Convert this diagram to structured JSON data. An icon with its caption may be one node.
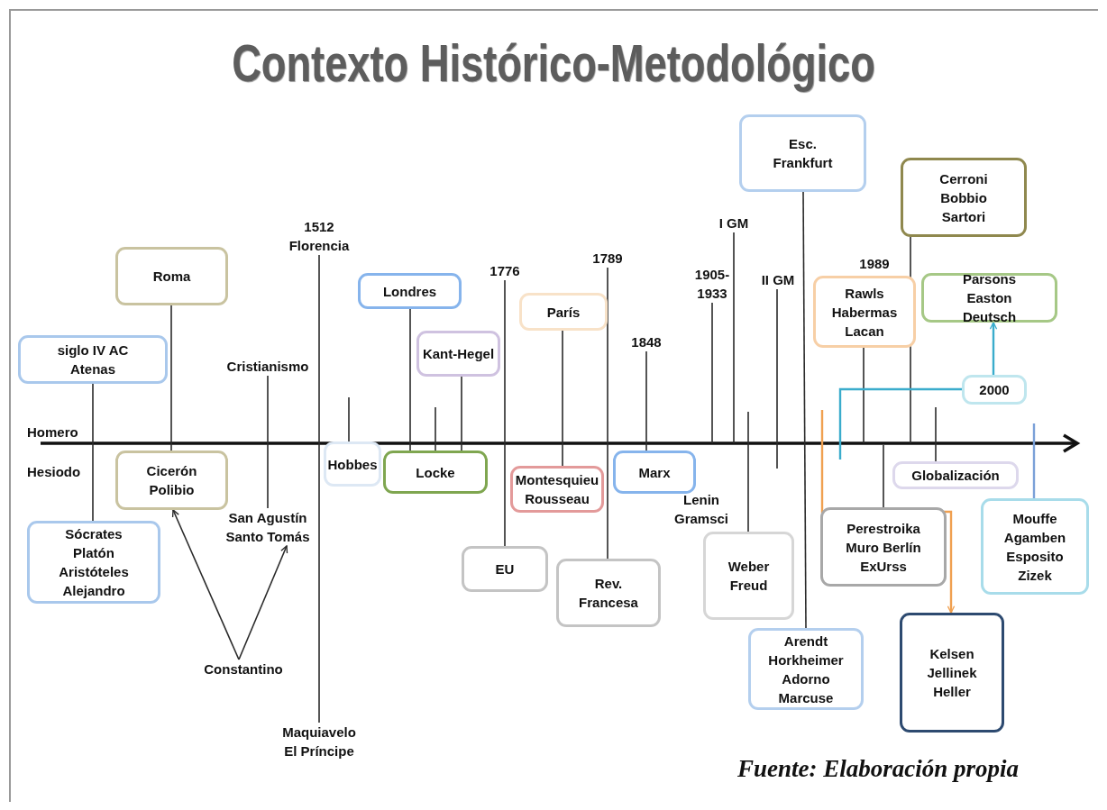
{
  "diagram": {
    "title": "Contexto Histórico-Metodológico",
    "caption": "Fuente: Elaboración propia",
    "nodes": [
      {
        "text": [
          "siglo IV AC Atenas"
        ]
      },
      {
        "text": [
          "Roma"
        ]
      },
      {
        "text": [
          "Cicerón Polibio"
        ]
      },
      {
        "text": [
          "Sócrates Platón Aristóteles Alejandro"
        ]
      },
      {
        "text": [
          "Cristianismo"
        ]
      },
      {
        "text": [
          "San Agustín Santo Tomás"
        ]
      },
      {
        "text": [
          "Constantino"
        ]
      },
      {
        "text": [
          "1512 Florencia"
        ]
      },
      {
        "text": [
          "Maquiavelo El Príncipe"
        ]
      },
      {
        "text": [
          "Hobbes"
        ]
      },
      {
        "text": [
          "Londres"
        ]
      },
      {
        "text": [
          "Kant-Hegel"
        ]
      },
      {
        "text": [
          "Locke"
        ]
      },
      {
        "text": [
          "1776"
        ]
      },
      {
        "text": [
          "EU"
        ]
      },
      {
        "text": [
          "París"
        ]
      },
      {
        "text": [
          "Montesquieu Rousseau"
        ]
      },
      {
        "text": [
          "1789"
        ]
      },
      {
        "text": [
          "Rev. Francesa"
        ]
      },
      {
        "text": [
          "1848"
        ]
      },
      {
        "text": [
          "Marx"
        ]
      },
      {
        "text": [
          "1905- 1933"
        ]
      },
      {
        "text": [
          "I GM"
        ]
      },
      {
        "text": [
          "Weber Freud"
        ]
      },
      {
        "text": [
          "II GM"
        ]
      },
      {
        "text": [
          "Esc. Frankfurt"
        ]
      },
      {
        "text": [
          "Arendt Horkheimer Adorno Marcuse"
        ]
      },
      {
        "text": [
          "Rawls Habermas Lacan"
        ]
      },
      {
        "text": [
          "Perestroika Muro Berlín ExUrss"
        ]
      },
      {
        "text": [
          "Globalización"
        ]
      },
      {
        "text": [
          "Kelsen Jellinek Heller"
        ]
      },
      {
        "text": [
          "Cerroni Bobbio Sartori"
        ]
      },
      {
        "text": [
          "Parsons Easton Deutsch"
        ]
      },
      {
        "text": [
          "2000"
        ]
      },
      {
        "text": [
          "Mouffe Agamben Esposito Zizek"
        ]
      }
    ],
    "edges": [
      {
        "from": 0,
        "to": 3,
        "arrow": "none"
      },
      {
        "from": 1,
        "to": 2,
        "arrow": "none"
      },
      {
        "from": 6,
        "to": 2,
        "arrow": "to"
      },
      {
        "from": 6,
        "to": 5,
        "arrow": "to"
      },
      {
        "from": 4,
        "to": 5,
        "arrow": "none"
      },
      {
        "from": 7,
        "to": 8,
        "arrow": "none"
      },
      {
        "from": null,
        "to": 9,
        "arrow": "none"
      },
      {
        "from": 10,
        "to": 12,
        "arrow": "none"
      },
      {
        "from": null,
        "to": 12,
        "arrow": "none"
      },
      {
        "from": 11,
        "to": 12,
        "arrow": "none"
      },
      {
        "from": 13,
        "to": 14,
        "arrow": "none"
      },
      {
        "from": 15,
        "to": 16,
        "arrow": "none"
      },
      {
        "from": 17,
        "to": 18,
        "arrow": "none"
      },
      {
        "from": 19,
        "to": 20,
        "arrow": "none"
      },
      {
        "from": 21,
        "to": null,
        "arrow": "none"
      },
      {
        "from": 22,
        "to": null,
        "arrow": "none"
      },
      {
        "from": null,
        "to": 23,
        "arrow": "none"
      },
      {
        "from": 24,
        "to": null,
        "arrow": "none"
      },
      {
        "from": 25,
        "to": 26,
        "arrow": "none"
      },
      {
        "from": 27,
        "to": null,
        "arrow": "none"
      },
      {
        "from": null,
        "to": 30,
        "arrow": "to",
        "color": "#f0a050"
      },
      {
        "from": 28,
        "to": null,
        "arrow": "none"
      },
      {
        "from": null,
        "to": 29,
        "arrow": "none"
      },
      {
        "from": 31,
        "to": null,
        "arrow": "none"
      },
      {
        "from": null,
        "to": 33,
        "arrow": "none",
        "color": "#3aaccc"
      },
      {
        "from": 33,
        "to": 32,
        "arrow": "to",
        "color": "#3aaccc"
      },
      {
        "from": null,
        "to": 34,
        "arrow": "none",
        "color": "#7aa0d8"
      }
    ],
    "labels": [
      "Homero",
      "Hesiodo",
      "Lenin Gramsci",
      "1989"
    ]
  }
}
